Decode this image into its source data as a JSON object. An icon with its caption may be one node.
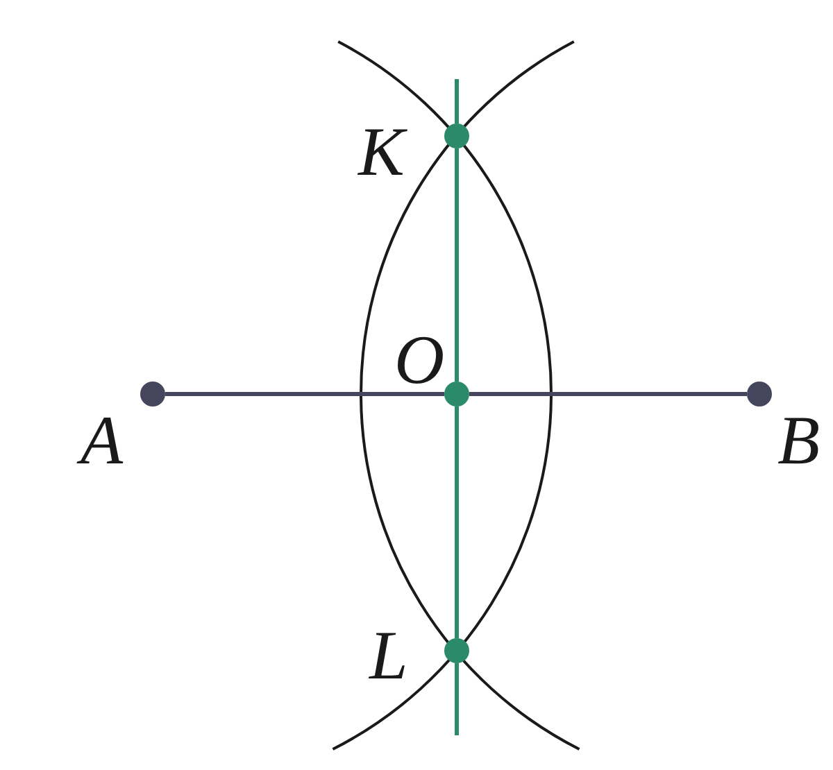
{
  "diagram": {
    "nodes": [
      {
        "text": [],
        "shape": "circle",
        "beside": [
          "K"
        ]
      },
      {
        "text": [],
        "shape": "circle",
        "beside": [
          "O"
        ]
      },
      {
        "text": [],
        "shape": "circle",
        "beside": [
          "A"
        ]
      },
      {
        "text": [],
        "shape": "circle",
        "beside": [
          "B"
        ]
      },
      {
        "text": [],
        "shape": "circle",
        "beside": [
          "L"
        ]
      }
    ],
    "edges": [
      {
        "from": 2,
        "to": 1,
        "arrow": "none"
      },
      {
        "from": 1,
        "to": 3,
        "arrow": "none"
      },
      {
        "from": 0,
        "to": 1,
        "arrow": "none",
        "color": "#2a8a6a"
      },
      {
        "from": 1,
        "to": 4,
        "arrow": "none",
        "color": "#2a8a6a"
      }
    ]
  }
}
